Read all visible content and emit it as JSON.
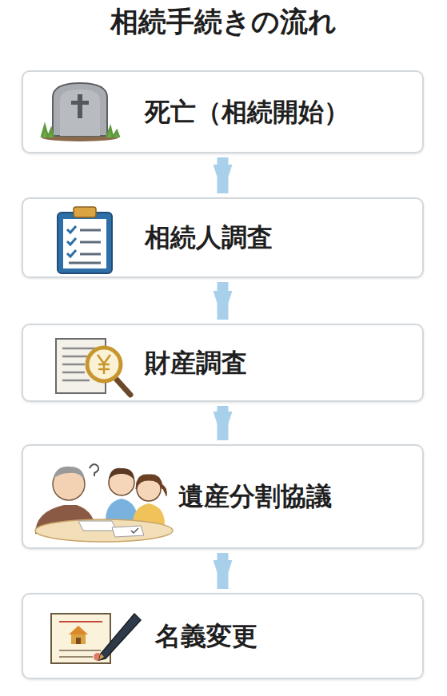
{
  "diagram": {
    "title": "相続手続きの流れ",
    "nodes": [
      {
        "text": [
          "死亡（相続開始）"
        ]
      },
      {
        "text": [
          "相続人調査"
        ]
      },
      {
        "text": [
          "財産調査"
        ]
      },
      {
        "text": [
          "遺産分割協議"
        ]
      },
      {
        "text": [
          "名義変更"
        ]
      }
    ],
    "edges": [
      {
        "from": 0,
        "to": 1,
        "arrow": "to"
      },
      {
        "from": 1,
        "to": 2,
        "arrow": "to"
      },
      {
        "from": 2,
        "to": 3,
        "arrow": "to"
      },
      {
        "from": 3,
        "to": 4,
        "arrow": "to"
      }
    ]
  }
}
